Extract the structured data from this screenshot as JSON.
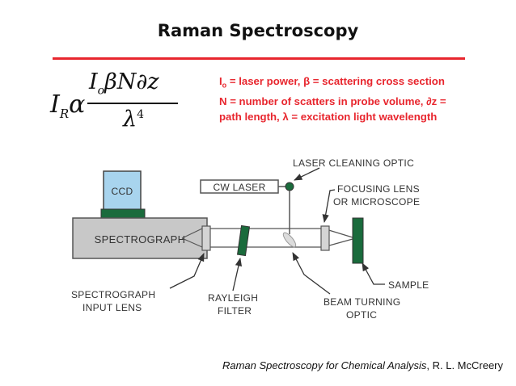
{
  "title": "Raman Spectroscopy",
  "formula": {
    "lhs_symbol": "I",
    "lhs_subscript": "R",
    "proportional": "α",
    "numerator_prefix": "I",
    "numerator_subscript": "o",
    "numerator_rest": "βN∂z",
    "denominator_base": "λ",
    "denominator_exponent": "4"
  },
  "legend": {
    "line1_symbol": "I",
    "line1_subscript": "o",
    "line1_text": " = laser power, β = scattering cross section",
    "line2": "N = number of scatters in probe volume, ∂z  =",
    "line3": "path length, λ = excitation light wavelength"
  },
  "diagram": {
    "ccd": "CCD",
    "cw_laser": "CW LASER",
    "spectrograph": "SPECTROGRAPH",
    "laser_cleaning_optic": "LASER CLEANING  OPTIC",
    "focusing_lens_1": "FOCUSING LENS",
    "focusing_lens_2": "OR MICROSCOPE",
    "sample": "SAMPLE",
    "spectrograph_lens_1": "SPECTROGRAPH",
    "spectrograph_lens_2": "INPUT LENS",
    "rayleigh_1": "RAYLEIGH",
    "rayleigh_2": "FILTER",
    "beam_turning_1": "BEAM TURNING",
    "beam_turning_2": "OPTIC",
    "colors": {
      "green": "#1a6b3c",
      "ccd_blue": "#a8d4ee",
      "gray": "#c8c8c8",
      "accent_red": "#e8262e"
    }
  },
  "citation": {
    "title": "Raman Spectroscopy for Chemical Analysis",
    "author": ", R. L. McCreery"
  }
}
